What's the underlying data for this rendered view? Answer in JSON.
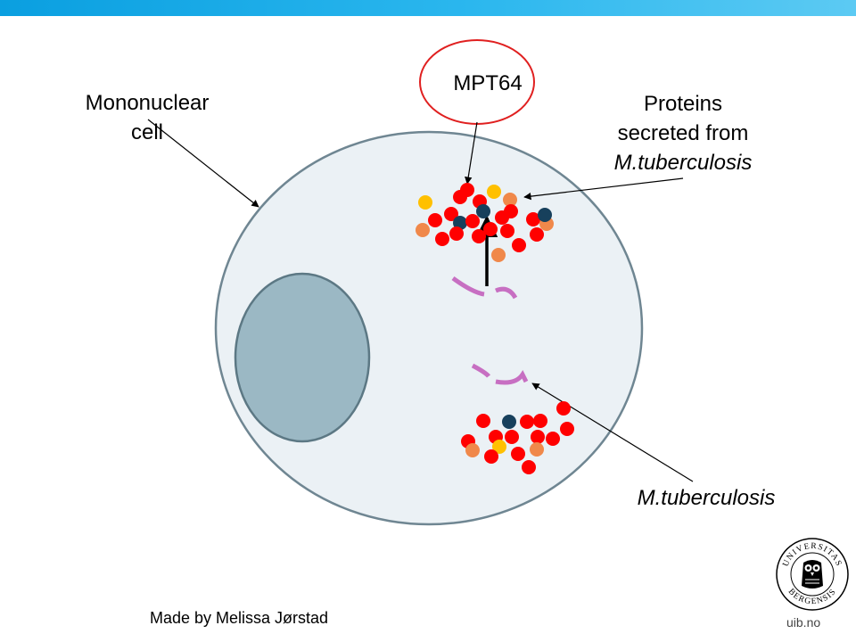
{
  "labels": {
    "mononuclear_line1": "Mononuclear",
    "mononuclear_line2": "cell",
    "mpt64": "MPT64",
    "proteins_line1": "Proteins",
    "proteins_line2": "secreted from",
    "proteins_line3": "M.tuberculosis",
    "mtb": "M.tuberculosis"
  },
  "footer": {
    "credit": "Made by Melissa Jørstad",
    "url": "uib.no"
  },
  "logo": {
    "top_text": "UNIVERSITAS",
    "bottom_text": "BERGENSIS"
  },
  "colors": {
    "top_bar": "#1aa8e6",
    "cell_fill": "#ebf1f5",
    "cell_stroke": "#6f8692",
    "nucleus_fill": "#9bb8c4",
    "membrane_arc": "#c76fc2",
    "highlight_ring": "#e02020",
    "dot_red": "#ff0000",
    "dot_orange": "#f0884a",
    "dot_yellow": "#ffc000",
    "dot_navy": "#17405c"
  }
}
